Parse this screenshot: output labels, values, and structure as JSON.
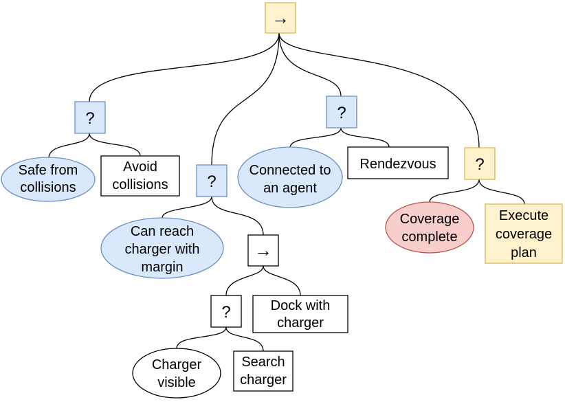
{
  "colors": {
    "yellow_fill": "#fff2cc",
    "yellow_stroke": "#d6b656",
    "blue_fill": "#dae8fc",
    "blue_stroke": "#6c8ebf",
    "red_fill": "#f8cecc",
    "red_stroke": "#b85450",
    "white_fill": "#ffffff",
    "black_stroke": "#000000"
  },
  "nodes": {
    "root": {
      "label": "→"
    },
    "fb_safety": {
      "label": "?"
    },
    "safe": {
      "label": "Safe from collisions"
    },
    "avoid": {
      "label": "Avoid collisions"
    },
    "fb_charge": {
      "label": "?"
    },
    "can_reach": {
      "label": "Can reach charger with margin"
    },
    "seq_dock": {
      "label": "→"
    },
    "fb_visible": {
      "label": "?"
    },
    "visible": {
      "label": "Charger visible"
    },
    "search": {
      "label": "Search charger"
    },
    "dock": {
      "label": "Dock with charger"
    },
    "fb_connect": {
      "label": "?"
    },
    "connected": {
      "label": "Connected to an agent"
    },
    "rendezvous": {
      "label": "Rendezvous"
    },
    "fb_coverage": {
      "label": "?"
    },
    "complete": {
      "label": "Coverage complete"
    },
    "execute": {
      "label": "Execute coverage plan"
    }
  }
}
